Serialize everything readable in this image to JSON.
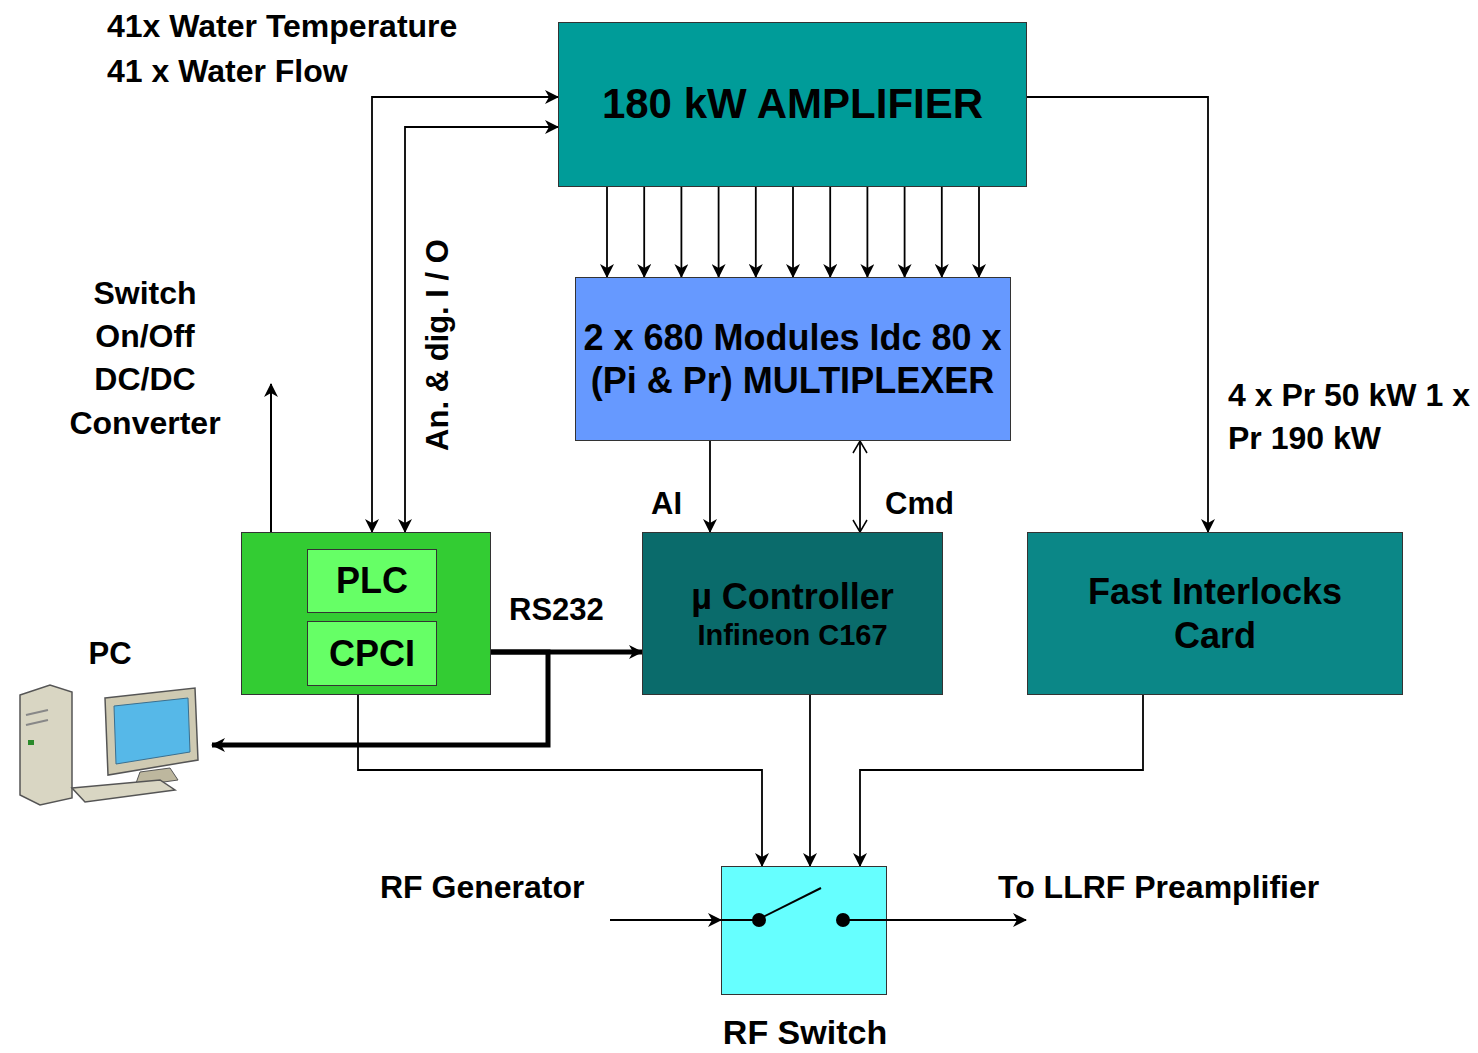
{
  "diagram": {
    "nodes": [
      {
        "text": [
          "180 kW AMPLIFIER"
        ]
      },
      {
        "text": [
          "2 x 680 Modules Idc 80 x (Pi & Pr) MULTIPLEXER"
        ]
      },
      {
        "text": []
      },
      {
        "text": [
          "PLC"
        ],
        "in": 2
      },
      {
        "text": [
          "CPCI"
        ],
        "in": 2
      },
      {
        "text": [
          "µ Controller",
          "Infineon C167"
        ]
      },
      {
        "text": [
          "Fast Interlocks Card"
        ]
      },
      {
        "text": [
          "RF Switch"
        ]
      },
      {
        "text": [
          "PC"
        ]
      }
    ],
    "edges": [
      {
        "from": 0,
        "to": 1,
        "arrow": "to"
      },
      {
        "from": 0,
        "to": 1,
        "arrow": "to"
      },
      {
        "from": 0,
        "to": 1,
        "arrow": "to"
      },
      {
        "from": 0,
        "to": 1,
        "arrow": "to"
      },
      {
        "from": 0,
        "to": 1,
        "arrow": "to"
      },
      {
        "from": 0,
        "to": 1,
        "arrow": "to"
      },
      {
        "from": 0,
        "to": 1,
        "arrow": "to"
      },
      {
        "from": 0,
        "to": 1,
        "arrow": "to"
      },
      {
        "from": 0,
        "to": 1,
        "arrow": "to"
      },
      {
        "from": 0,
        "to": 1,
        "arrow": "to"
      },
      {
        "from": 0,
        "to": 1,
        "arrow": "to"
      },
      {
        "from": 0,
        "to": 2,
        "arrow": "both"
      },
      {
        "from": 0,
        "to": 2,
        "arrow": "both"
      },
      {
        "from": 1,
        "to": 5,
        "label": "AI",
        "arrow": "to"
      },
      {
        "from": 1,
        "to": 5,
        "label": "Cmd",
        "arrow": "both"
      },
      {
        "from": 0,
        "to": 6,
        "arrow": "to"
      },
      {
        "from": 4,
        "to": 5,
        "label": "RS232",
        "arrow": "both"
      },
      {
        "from": 4,
        "to": 8,
        "arrow": "to"
      },
      {
        "from": 2,
        "to": 7,
        "arrow": "to"
      },
      {
        "from": 5,
        "to": 7,
        "arrow": "to"
      },
      {
        "from": 6,
        "to": 7,
        "arrow": "to"
      }
    ],
    "labels": [
      "41x Water Temperature",
      "41 x Water Flow",
      "An. & dig. I / O",
      "Switch On/Off DC/DC Converter",
      "4 x Pr 50 kW 1 x Pr 190 kW",
      "RF Generator",
      "To LLRF Preamplifier"
    ]
  }
}
